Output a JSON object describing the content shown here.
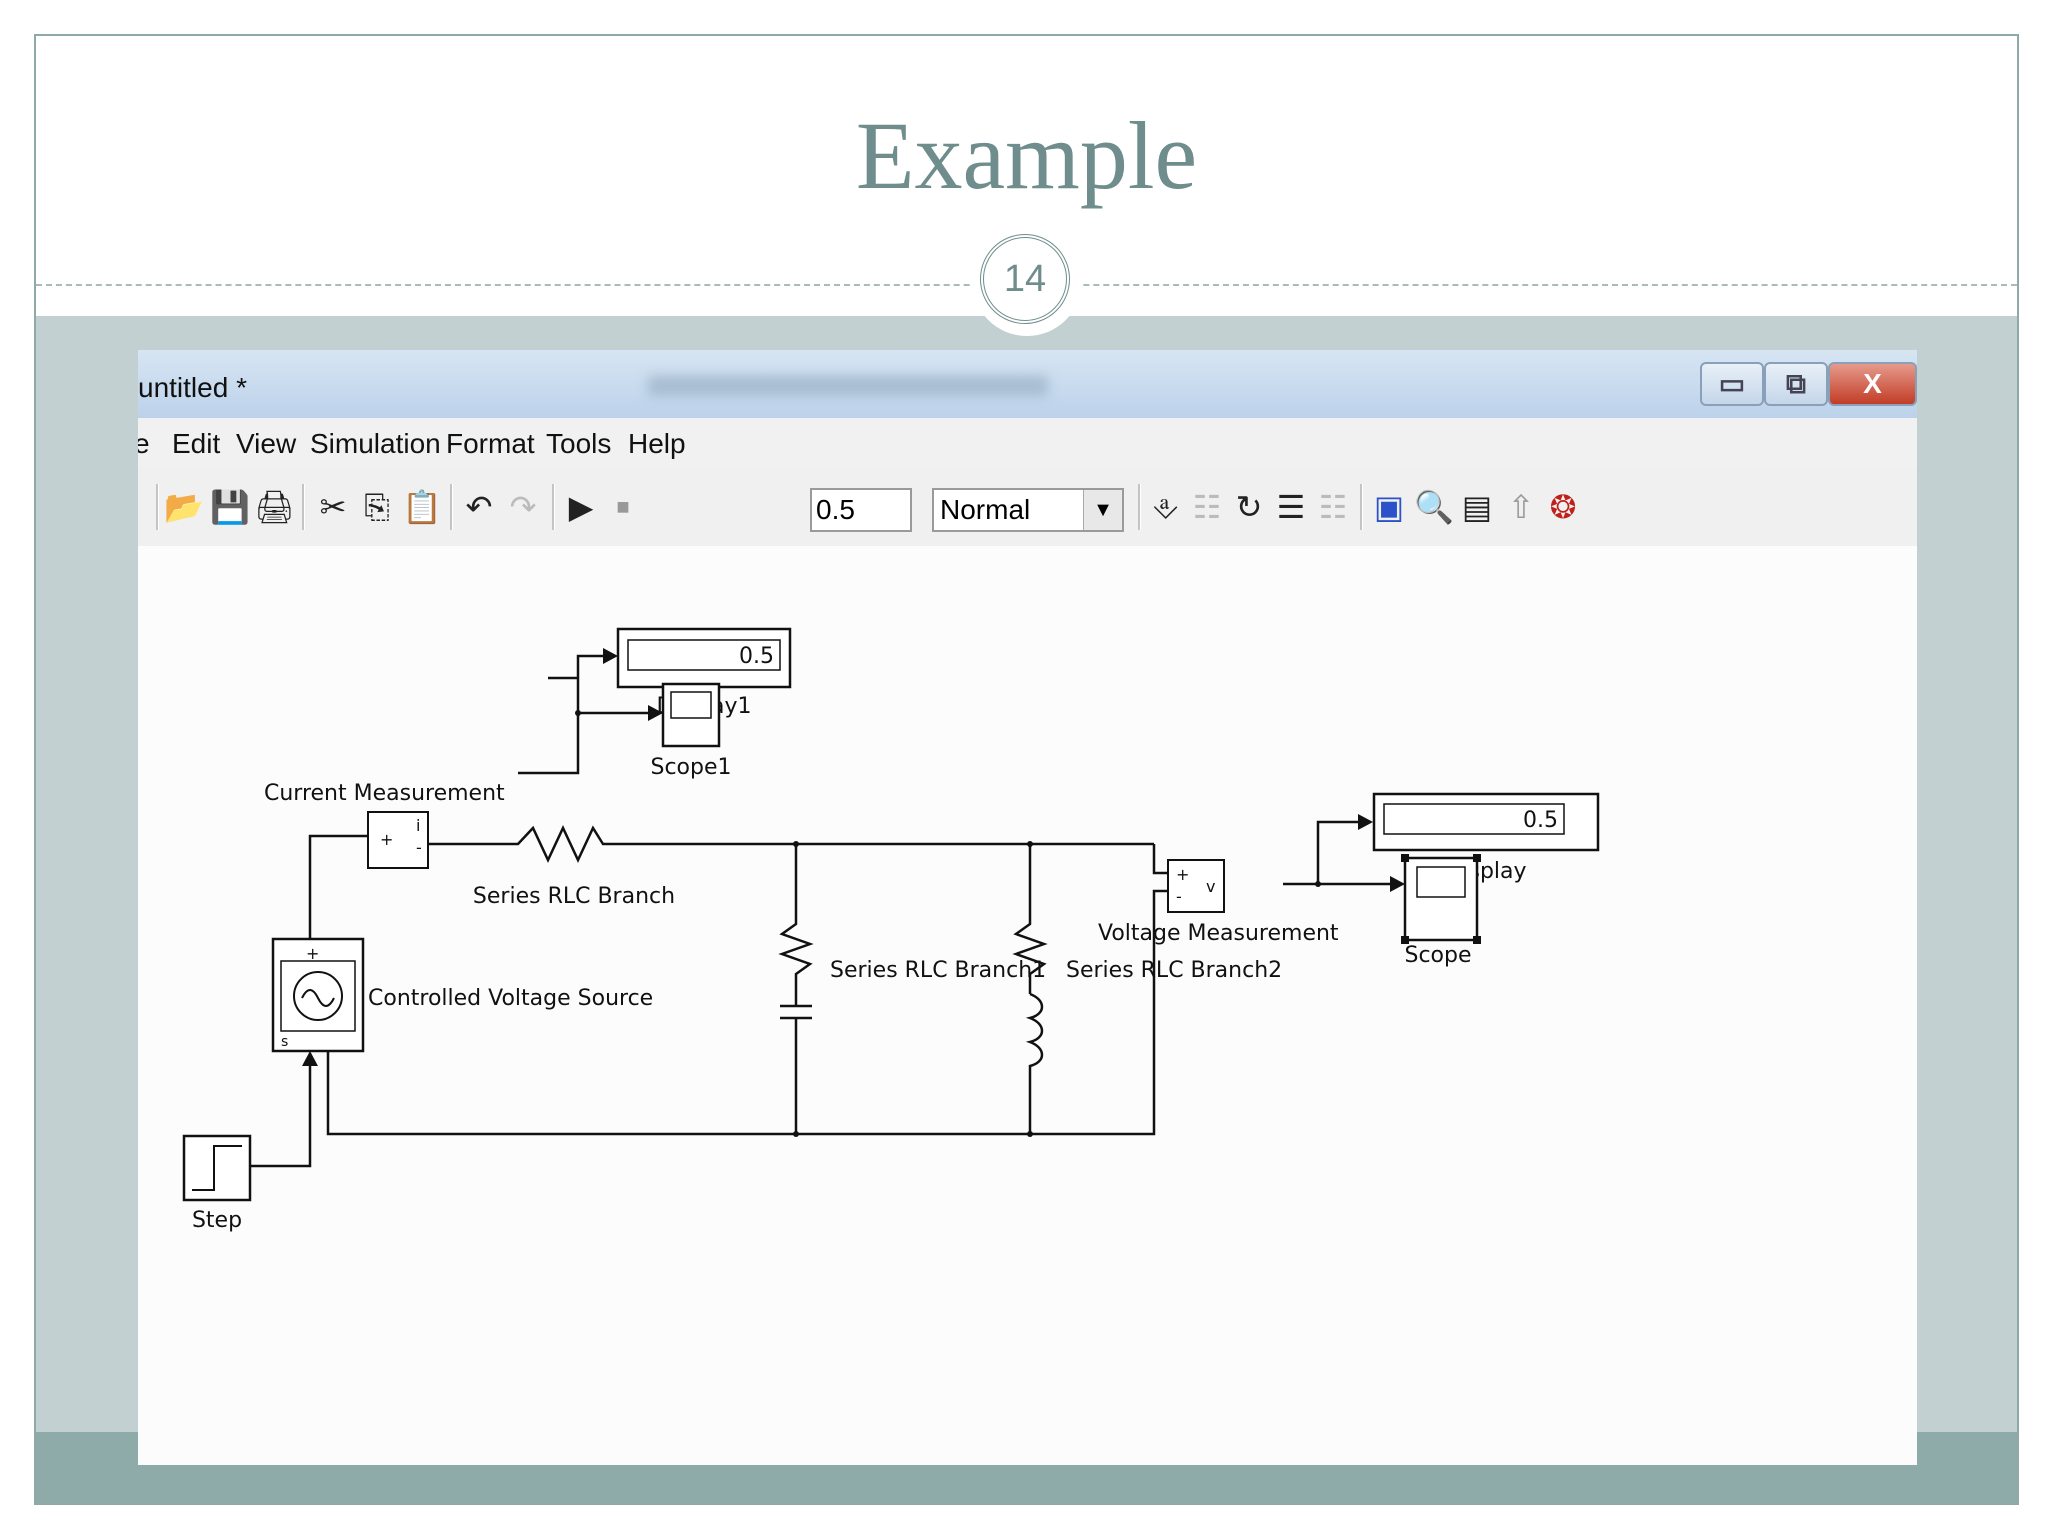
{
  "slide": {
    "title": "Example",
    "number": "14"
  },
  "window": {
    "title": "untitled *",
    "controls": {
      "minimize": "▭",
      "maximize": "⧉",
      "close": "X"
    }
  },
  "menu": {
    "items": [
      "e",
      "Edit",
      "View",
      "Simulation",
      "Format",
      "Tools",
      "Help"
    ]
  },
  "toolbar": {
    "stop_time": "0.5",
    "sim_mode": "Normal"
  },
  "diagram": {
    "display1": {
      "value": "0.5",
      "label": "Display1"
    },
    "scope1": {
      "label": "Scope1"
    },
    "current_measurement": {
      "label": "Current Measurement",
      "sym_plus": "+",
      "sym_i": "i",
      "sym_minus": "-"
    },
    "rlc": {
      "label": "Series RLC Branch"
    },
    "rlc1": {
      "label": "Series RLC Branch1"
    },
    "rlc2": {
      "label": "Series RLC Branch2"
    },
    "voltage_measurement": {
      "label": "Voltage Measurement",
      "sym_plus": "+",
      "sym_v": "v",
      "sym_minus": "-"
    },
    "display": {
      "value": "0.5",
      "label": "Display"
    },
    "scope": {
      "label": "Scope"
    },
    "source": {
      "label": "Controlled Voltage Source",
      "sym_plus": "+",
      "sym_s": "s"
    },
    "step": {
      "label": "Step"
    }
  }
}
